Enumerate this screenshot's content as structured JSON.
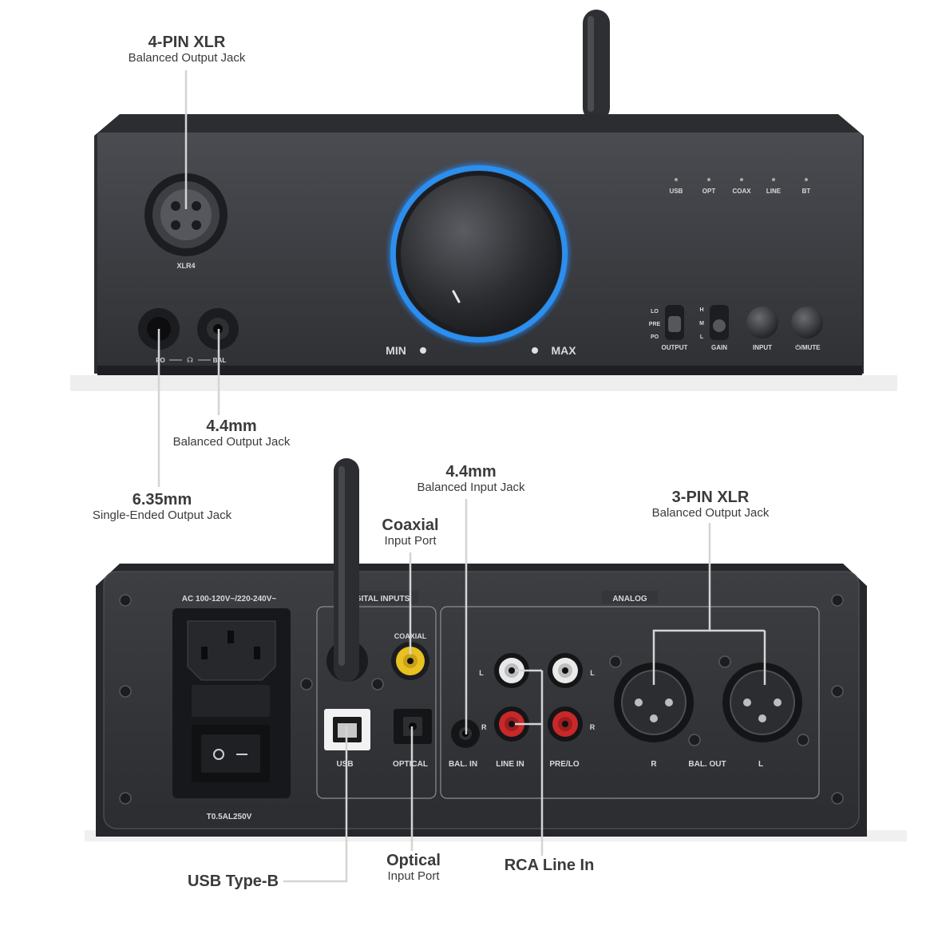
{
  "front_panel": {
    "xlr_label": "XLR4",
    "jack_label_po": "PO",
    "jack_label_bal": "BAL",
    "min_label": "MIN",
    "max_label": "MAX",
    "indicators": [
      "USB",
      "OPT",
      "COAX",
      "LINE",
      "BT"
    ],
    "output_switch": {
      "positions": [
        "LO",
        "PRE",
        "PO"
      ],
      "label": "OUTPUT"
    },
    "gain_switch": {
      "positions": [
        "H",
        "M",
        "L"
      ],
      "label": "GAIN"
    },
    "input_button_label": "INPUT",
    "mute_button_label": "⏻/MUTE"
  },
  "rear_panel": {
    "power_label": "AC 100-120V~/220-240V~",
    "fuse_label": "T0.5AL250V",
    "digital_section_label": "DIGITAL INPUTS",
    "analog_section_label": "ANALOG",
    "coaxial_label": "COAXIAL",
    "usb_label": "USB",
    "optical_label": "OPTICAL",
    "bal_in_label": "BAL. IN",
    "line_in_label": "LINE IN",
    "pre_lo_label": "PRE/LO",
    "xlr_r_label": "R",
    "bal_out_label": "BAL. OUT",
    "xlr_l_label": "L",
    "rca_l": "L",
    "rca_r": "R"
  },
  "callouts": {
    "xlr4": {
      "title": "4-PIN XLR",
      "sub": "Balanced Output Jack"
    },
    "mm44_out": {
      "title": "4.4mm",
      "sub": "Balanced Output Jack"
    },
    "mm635": {
      "title": "6.35mm",
      "sub": "Single-Ended Output Jack"
    },
    "mm44_in": {
      "title": "4.4mm",
      "sub": "Balanced Input Jack"
    },
    "coaxial": {
      "title": "Coaxial",
      "sub": "Input Port"
    },
    "xlr3": {
      "title": "3-PIN XLR",
      "sub": "Balanced Output Jack"
    },
    "usb": {
      "title": "USB Type-B"
    },
    "optical": {
      "title": "Optical",
      "sub": "Input Port"
    },
    "rca": {
      "title": "RCA Line In"
    }
  },
  "colors": {
    "body": "#3a3c40",
    "panel": "#33353a",
    "knob_ring": "#2a8ff0",
    "coax_ring": "#e8c020",
    "rca_red": "#c8282a",
    "leader": "#d4d4d4"
  }
}
